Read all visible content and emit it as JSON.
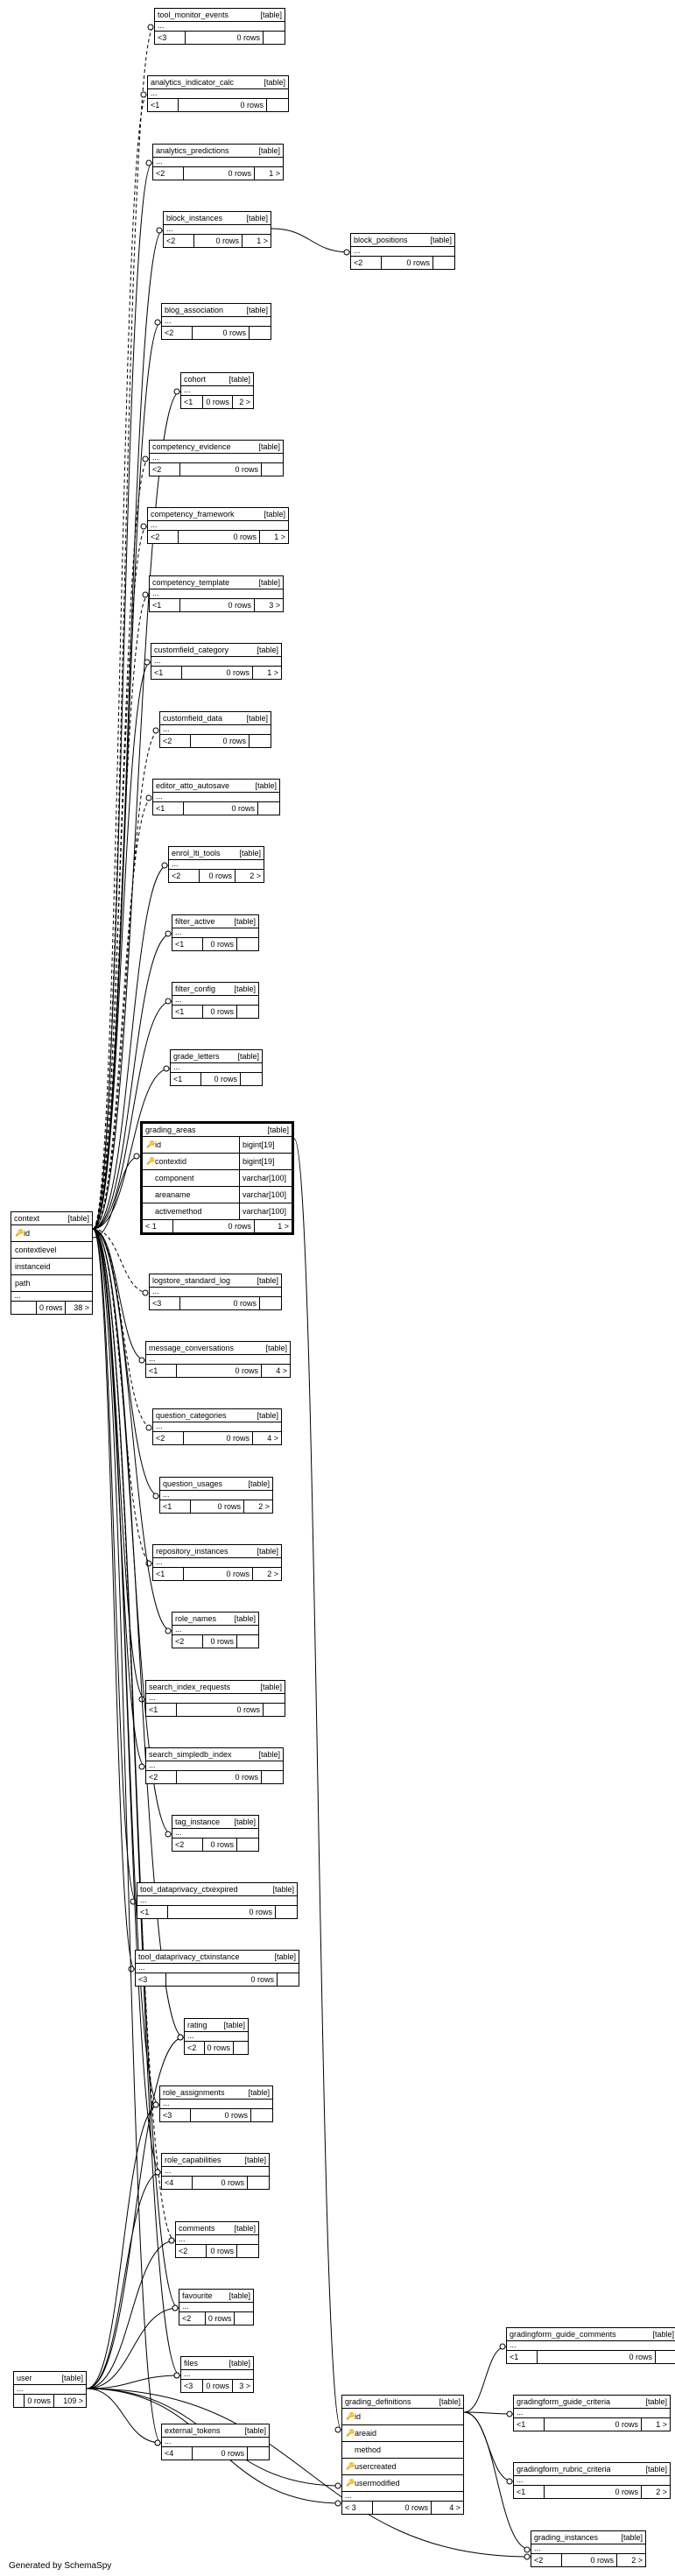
{
  "footer": "Generated by SchemaSpy",
  "table_type_label": "[table]",
  "tables": [
    {
      "key": "tool_monitor_events",
      "name": "tool_monitor_events",
      "type": "[table]",
      "rows": "0 rows",
      "children": "<3",
      "parents": ""
    },
    {
      "key": "analytics_indicator_calc",
      "name": "analytics_indicator_calc",
      "type": "[table]",
      "rows": "0 rows",
      "children": "<1",
      "parents": ""
    },
    {
      "key": "analytics_predictions",
      "name": "analytics_predictions",
      "type": "[table]",
      "rows": "0 rows",
      "children": "<2",
      "parents": "1 >"
    },
    {
      "key": "block_instances",
      "name": "block_instances",
      "type": "[table]",
      "rows": "0 rows",
      "children": "<2",
      "parents": "1 >"
    },
    {
      "key": "block_positions",
      "name": "block_positions",
      "type": "[table]",
      "rows": "0 rows",
      "children": "<2",
      "parents": ""
    },
    {
      "key": "blog_association",
      "name": "blog_association",
      "type": "[table]",
      "rows": "0 rows",
      "children": "<2",
      "parents": ""
    },
    {
      "key": "cohort",
      "name": "cohort",
      "type": "[table]",
      "rows": "0 rows",
      "children": "<1",
      "parents": "2 >"
    },
    {
      "key": "competency_evidence",
      "name": "competency_evidence",
      "type": "[table]",
      "rows": "0 rows",
      "children": "<2",
      "parents": ""
    },
    {
      "key": "competency_framework",
      "name": "competency_framework",
      "type": "[table]",
      "rows": "0 rows",
      "children": "<2",
      "parents": "1 >"
    },
    {
      "key": "competency_template",
      "name": "competency_template",
      "type": "[table]",
      "rows": "0 rows",
      "children": "<1",
      "parents": "3 >"
    },
    {
      "key": "customfield_category",
      "name": "customfield_category",
      "type": "[table]",
      "rows": "0 rows",
      "children": "<1",
      "parents": "1 >"
    },
    {
      "key": "customfield_data",
      "name": "customfield_data",
      "type": "[table]",
      "rows": "0 rows",
      "children": "<2",
      "parents": ""
    },
    {
      "key": "editor_atto_autosave",
      "name": "editor_atto_autosave",
      "type": "[table]",
      "rows": "0 rows",
      "children": "<1",
      "parents": ""
    },
    {
      "key": "enrol_lti_tools",
      "name": "enrol_lti_tools",
      "type": "[table]",
      "rows": "0 rows",
      "children": "<2",
      "parents": "2 >"
    },
    {
      "key": "filter_active",
      "name": "filter_active",
      "type": "[table]",
      "rows": "0 rows",
      "children": "<1",
      "parents": ""
    },
    {
      "key": "filter_config",
      "name": "filter_config",
      "type": "[table]",
      "rows": "0 rows",
      "children": "<1",
      "parents": ""
    },
    {
      "key": "grade_letters",
      "name": "grade_letters",
      "type": "[table]",
      "rows": "0 rows",
      "children": "<1",
      "parents": ""
    },
    {
      "key": "logstore_standard_log",
      "name": "logstore_standard_log",
      "type": "[table]",
      "rows": "0 rows",
      "children": "<3",
      "parents": ""
    },
    {
      "key": "message_conversations",
      "name": "message_conversations",
      "type": "[table]",
      "rows": "0 rows",
      "children": "<1",
      "parents": "4 >"
    },
    {
      "key": "question_categories",
      "name": "question_categories",
      "type": "[table]",
      "rows": "0 rows",
      "children": "<2",
      "parents": "4 >"
    },
    {
      "key": "question_usages",
      "name": "question_usages",
      "type": "[table]",
      "rows": "0 rows",
      "children": "<1",
      "parents": "2 >"
    },
    {
      "key": "repository_instances",
      "name": "repository_instances",
      "type": "[table]",
      "rows": "0 rows",
      "children": "<1",
      "parents": "2 >"
    },
    {
      "key": "role_names",
      "name": "role_names",
      "type": "[table]",
      "rows": "0 rows",
      "children": "<2",
      "parents": ""
    },
    {
      "key": "search_index_requests",
      "name": "search_index_requests",
      "type": "[table]",
      "rows": "0 rows",
      "children": "<1",
      "parents": ""
    },
    {
      "key": "search_simpledb_index",
      "name": "search_simpledb_index",
      "type": "[table]",
      "rows": "0 rows",
      "children": "<2",
      "parents": ""
    },
    {
      "key": "tag_instance",
      "name": "tag_instance",
      "type": "[table]",
      "rows": "0 rows",
      "children": "<2",
      "parents": ""
    },
    {
      "key": "tool_dataprivacy_ctxexpired",
      "name": "tool_dataprivacy_ctxexpired",
      "type": "[table]",
      "rows": "0 rows",
      "children": "<1",
      "parents": ""
    },
    {
      "key": "tool_dataprivacy_ctxinstance",
      "name": "tool_dataprivacy_ctxinstance",
      "type": "[table]",
      "rows": "0 rows",
      "children": "<3",
      "parents": ""
    },
    {
      "key": "rating",
      "name": "rating",
      "type": "[table]",
      "rows": "0 rows",
      "children": "<2",
      "parents": ""
    },
    {
      "key": "role_assignments",
      "name": "role_assignments",
      "type": "[table]",
      "rows": "0 rows",
      "children": "<3",
      "parents": ""
    },
    {
      "key": "role_capabilities",
      "name": "role_capabilities",
      "type": "[table]",
      "rows": "0 rows",
      "children": "<4",
      "parents": ""
    },
    {
      "key": "comments",
      "name": "comments",
      "type": "[table]",
      "rows": "0 rows",
      "children": "<2",
      "parents": ""
    },
    {
      "key": "favourite",
      "name": "favourite",
      "type": "[table]",
      "rows": "0 rows",
      "children": "<2",
      "parents": ""
    },
    {
      "key": "files",
      "name": "files",
      "type": "[table]",
      "rows": "0 rows",
      "children": "<3",
      "parents": "3 >"
    },
    {
      "key": "external_tokens",
      "name": "external_tokens",
      "type": "[table]",
      "rows": "0 rows",
      "children": "<4",
      "parents": ""
    },
    {
      "key": "block_positions_dup",
      "name": "",
      "type": "",
      "rows": "",
      "children": "",
      "parents": ""
    },
    {
      "key": "gradingform_guide_comments",
      "name": "gradingform_guide_comments",
      "type": "[table]",
      "rows": "0 rows",
      "children": "<1",
      "parents": ""
    },
    {
      "key": "gradingform_guide_criteria",
      "name": "gradingform_guide_criteria",
      "type": "[table]",
      "rows": "0 rows",
      "children": "<1",
      "parents": "1 >"
    },
    {
      "key": "gradingform_rubric_criteria",
      "name": "gradingform_rubric_criteria",
      "type": "[table]",
      "rows": "0 rows",
      "children": "<1",
      "parents": "2 >"
    },
    {
      "key": "grading_instances",
      "name": "grading_instances",
      "type": "[table]",
      "rows": "0 rows",
      "children": "<2",
      "parents": "2 >"
    }
  ],
  "context": {
    "name": "context",
    "type": "[table]",
    "columns": [
      {
        "name": "id",
        "pk": true
      },
      {
        "name": "contextlevel"
      },
      {
        "name": "instanceid"
      },
      {
        "name": "path"
      }
    ],
    "ellipsis": "...",
    "rows": "0 rows",
    "parents": "38 >"
  },
  "user": {
    "name": "user",
    "type": "[table]",
    "ellipsis": "...",
    "rows": "0 rows",
    "parents": "109 >"
  },
  "grading_areas": {
    "name": "grading_areas",
    "type": "[table]",
    "columns": [
      {
        "name": "id",
        "dtype": "bigint[19]",
        "pk": true
      },
      {
        "name": "contextid",
        "dtype": "bigint[19]",
        "fk": true
      },
      {
        "name": "component",
        "dtype": "varchar[100]"
      },
      {
        "name": "areaname",
        "dtype": "varchar[100]"
      },
      {
        "name": "activemethod",
        "dtype": "varchar[100]"
      }
    ],
    "children": "< 1",
    "rows": "0 rows",
    "parents": "1 >"
  },
  "grading_definitions": {
    "name": "grading_definitions",
    "type": "[table]",
    "columns": [
      {
        "name": "id",
        "pk": true
      },
      {
        "name": "areaid",
        "fk": true
      },
      {
        "name": "method"
      },
      {
        "name": "usercreated",
        "fk": true
      },
      {
        "name": "usermodified",
        "fk": true
      }
    ],
    "ellipsis": "...",
    "children": "< 3",
    "rows": "0 rows",
    "parents": "4 >"
  },
  "ellipsis": "..."
}
